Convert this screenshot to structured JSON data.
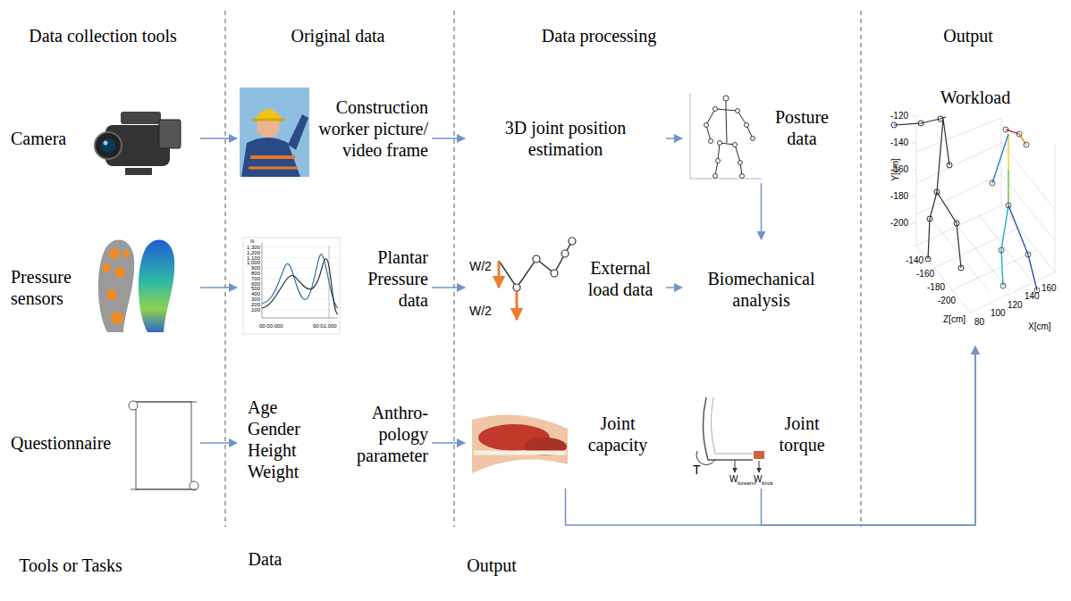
{
  "diagram": {
    "nodes": [
      {
        "text": [
          "Camera"
        ]
      },
      {
        "text": [
          "Construction worker picture/ video frame"
        ]
      },
      {
        "text": [
          "3D joint position estimation"
        ]
      },
      {
        "text": [
          "Posture data"
        ]
      },
      {
        "text": [
          "Workload"
        ]
      },
      {
        "text": [
          "Pressure sensors"
        ]
      },
      {
        "text": [
          "Plantar Pressure data"
        ]
      },
      {
        "text": [
          "External load data"
        ]
      },
      {
        "text": [
          "Biomechanical analysis"
        ]
      },
      {
        "text": [
          "Questionnaire"
        ]
      },
      {
        "text": [
          "Anthro- pology parameter"
        ]
      },
      {
        "text": [
          "Age Gender Height Weight"
        ],
        "in": 10
      },
      {
        "text": [
          "Joint capacity"
        ]
      },
      {
        "text": [
          "Joint torque"
        ]
      }
    ],
    "edges": [
      {
        "from": 0,
        "to": 1,
        "arrow": "to"
      },
      {
        "from": 1,
        "to": 2,
        "arrow": "to"
      },
      {
        "from": 2,
        "to": 3,
        "arrow": "to"
      },
      {
        "from": 3,
        "to": 8,
        "arrow": "to"
      },
      {
        "from": 5,
        "to": 6,
        "arrow": "to"
      },
      {
        "from": 6,
        "to": 7,
        "arrow": "to"
      },
      {
        "from": 7,
        "to": 8,
        "arrow": "to"
      },
      {
        "from": 9,
        "to": 10,
        "arrow": "to"
      },
      {
        "from": 10,
        "to": 12,
        "arrow": "to"
      },
      {
        "from": 12,
        "to": 4,
        "arrow": "to"
      },
      {
        "from": 13,
        "to": 4,
        "arrow": "to"
      }
    ],
    "labels": [
      "Data collection tools",
      "Original data",
      "Data processing",
      "Output",
      "N",
      "1,300",
      "1,200",
      "1,100",
      "1,000",
      "900",
      "800",
      "700",
      "600",
      "500",
      "400",
      "300",
      "200",
      "100",
      "00:00.000",
      "00:01.000",
      "W/2",
      "W/2",
      "T",
      "W",
      "forearm",
      "W",
      "brick",
      "-120",
      "-140",
      "-160",
      "-180",
      "-200",
      "Y[cm]",
      "-140",
      "-160",
      "-180",
      "-200",
      "Z[cm]",
      "80",
      "100",
      "120",
      "140",
      "160",
      "X[cm]"
    ],
    "legend": [
      {
        "text": "Tools or Tasks",
        "color": "#e2f0d9"
      },
      {
        "text": "Data",
        "color": "#dae3f3"
      },
      {
        "text": "Output",
        "color": "#f8cbcb"
      }
    ]
  }
}
